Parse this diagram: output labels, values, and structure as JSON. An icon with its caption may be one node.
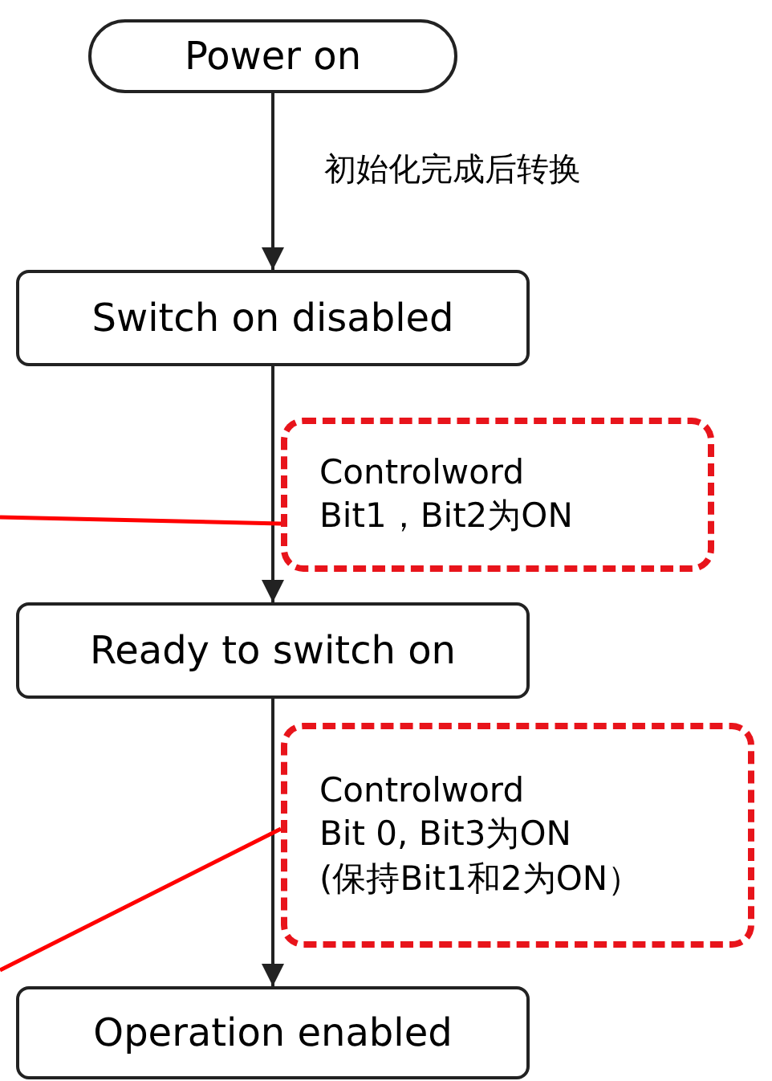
{
  "diagram": {
    "nodes": [
      {
        "text": [
          "Power on"
        ]
      },
      {
        "text": [
          "Switch on disabled"
        ]
      },
      {
        "text": [
          "Ready to switch on"
        ]
      },
      {
        "text": [
          "Operation enabled"
        ]
      },
      {
        "text": [
          "Controlword",
          "Bit1，Bit2为ON"
        ]
      },
      {
        "text": [
          "Controlword",
          "Bit 0, Bit3为ON",
          "(保持Bit1和2为ON）"
        ]
      }
    ],
    "edges": [
      {
        "from": 0,
        "to": 1,
        "arrow": "to",
        "label": "初始化完成后转换"
      },
      {
        "from": 1,
        "to": 2,
        "arrow": "to"
      },
      {
        "from": 2,
        "to": 3,
        "arrow": "to"
      },
      {
        "from": null,
        "to": 4,
        "arrow": "none",
        "color": "#ff0000"
      },
      {
        "from": null,
        "to": 5,
        "arrow": "none",
        "color": "#ff0000"
      }
    ]
  }
}
